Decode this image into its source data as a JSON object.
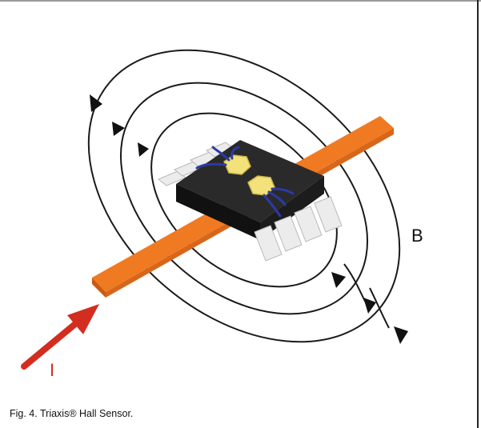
{
  "figure": {
    "field_label": "B",
    "current_label": "I",
    "caption": "Fig. 4. Triaxis® Hall Sensor.",
    "colors": {
      "conductor": "#f07a22",
      "conductor_dark": "#c95a10",
      "chip_body": "#1c1c1c",
      "hall_element": "#f3e27a",
      "bond_wire": "#2b3aa6",
      "pins": "#eeeeee",
      "field_lines": "#1a1a1a",
      "current_arrow": "#d32d1f"
    },
    "icons": [
      "current-direction-arrow",
      "field-direction-arrowhead"
    ]
  }
}
